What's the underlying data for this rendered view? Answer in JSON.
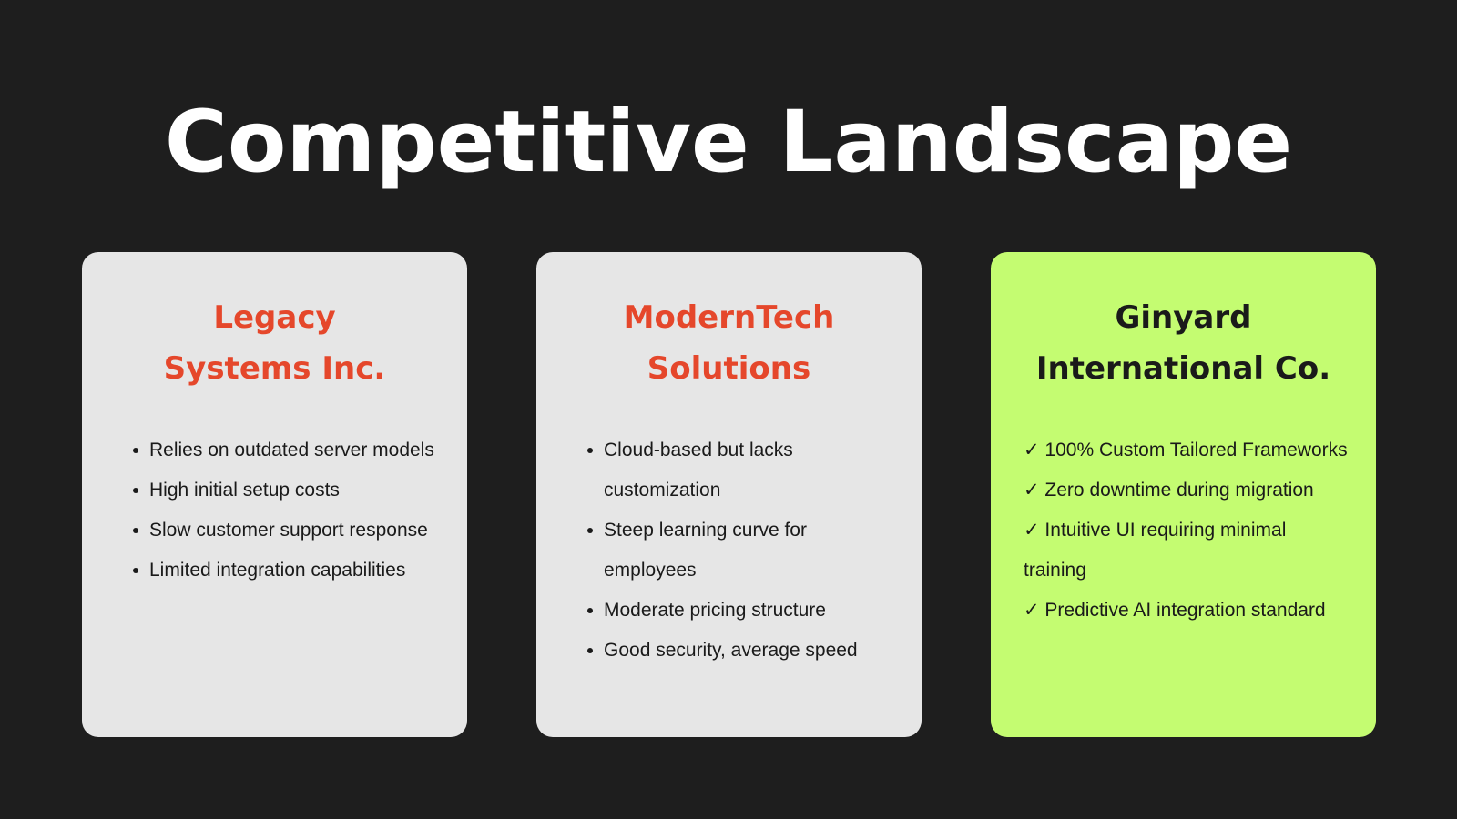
{
  "slide": {
    "title": "Competitive Landscape",
    "colors": {
      "background": "#1e1e1e",
      "title": "#ffffff",
      "competitor_card": "#e6e6e6",
      "competitor_heading": "#e5472b",
      "ginyard_card": "#c4fc71",
      "ginyard_heading": "#1a1a1a",
      "body_text": "#1a1a1a"
    }
  },
  "cards": [
    {
      "heading_line1": "Legacy",
      "heading_line2": "Systems Inc.",
      "items": [
        "Relies on outdated server models",
        "High initial setup costs",
        "Slow customer support response",
        "Limited integration capabilities"
      ]
    },
    {
      "heading_line1": "ModernTech",
      "heading_line2": "Solutions",
      "items": [
        "Cloud-based but lacks customization",
        "Steep learning curve for employees",
        "Moderate pricing structure",
        "Good security, average speed"
      ]
    },
    {
      "heading_line1": "Ginyard",
      "heading_line2": "International Co.",
      "items": [
        "✓ 100% Custom Tailored Frameworks",
        "✓ Zero downtime during migration",
        "✓ Intuitive UI requiring minimal training",
        "✓ Predictive AI integration standard"
      ]
    }
  ]
}
